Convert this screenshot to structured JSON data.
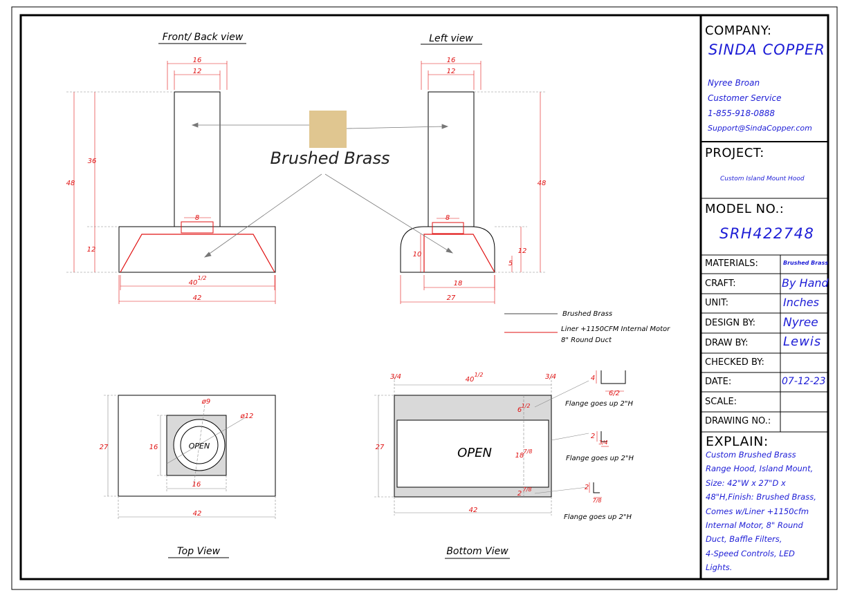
{
  "views": {
    "front_title": "Front/ Back view",
    "left_title": "Left view",
    "top_title": "Top View",
    "bottom_title": "Bottom View"
  },
  "material_callout": "Brushed Brass",
  "swatch_color": "#e0c690",
  "accent_red": "#e01010",
  "legend": {
    "black_label": "Brushed Brass",
    "red_label_line1": "Liner +1150CFM Internal Motor",
    "red_label_line2": "8\" Round Duct"
  },
  "dims": {
    "front": {
      "top16": "16",
      "top12": "12",
      "h48": "48",
      "h36": "36",
      "h12": "12",
      "duct8": "8",
      "w40": "40",
      "w40_frac": "1/2",
      "w42": "42"
    },
    "left": {
      "top16": "16",
      "top12": "12",
      "h48": "48",
      "duct8": "8",
      "h10": "10",
      "h12": "12",
      "h5": "5",
      "w18": "18",
      "w27": "27"
    },
    "top": {
      "d9": "ø9",
      "d12": "ø12",
      "open": "OPEN",
      "d27": "27",
      "d16v": "16",
      "d16h": "16",
      "w42": "42"
    },
    "bottom": {
      "left34": "3/4",
      "right34": "3/4",
      "w40": "40",
      "w40_frac": "1/2",
      "f6": "6",
      "f6_frac": "1/2",
      "f18": "18",
      "f18_frac": "7/8",
      "f2": "2",
      "f2_frac": "7/8",
      "open": "OPEN",
      "d27": "27",
      "w42": "42"
    },
    "flange": {
      "a4": "4",
      "a6": "6/2",
      "b2": "2",
      "b34": "3/4",
      "c2": "2",
      "c78": "7/8",
      "note1": "Flange goes up 2\"H",
      "note2": "Flange goes up 2\"H",
      "note3": "Flange goes up 2\"H"
    }
  },
  "title_block": {
    "company_label": "COMPANY:",
    "company_name": "SINDA COPPER",
    "contact": [
      "Nyree Broan",
      "Customer Service",
      "1-855-918-0888",
      "Support@SindaCopper.com"
    ],
    "project_label": "PROJECT:",
    "project_name": "Custom Island Mount Hood",
    "model_label": "MODEL NO.:",
    "model_no": "SRH422748",
    "rows": [
      {
        "label": "MATERIALS:",
        "value": "Brushed Brass"
      },
      {
        "label": "CRAFT:",
        "value": "By Hand"
      },
      {
        "label": "UNIT:",
        "value": "Inches"
      },
      {
        "label": "DESIGN BY:",
        "value": "Nyree"
      },
      {
        "label": "DRAW BY:",
        "value": "Lewis"
      },
      {
        "label": "CHECKED BY:",
        "value": ""
      },
      {
        "label": "DATE:",
        "value": "07-12-23"
      },
      {
        "label": "SCALE:",
        "value": ""
      },
      {
        "label": "DRAWING NO.:",
        "value": ""
      }
    ],
    "explain_label": "EXPLAIN:",
    "explain_lines": [
      "Custom Brushed Brass",
      "Range Hood, Island Mount,",
      "Size: 42\"W x 27\"D x",
      "48\"H,Finish: Brushed Brass,",
      "Comes w/Liner +1150cfm",
      "Internal Motor, 8\" Round",
      "Duct, Baffle Filters,",
      "4-Speed Controls, LED",
      "Lights."
    ]
  }
}
